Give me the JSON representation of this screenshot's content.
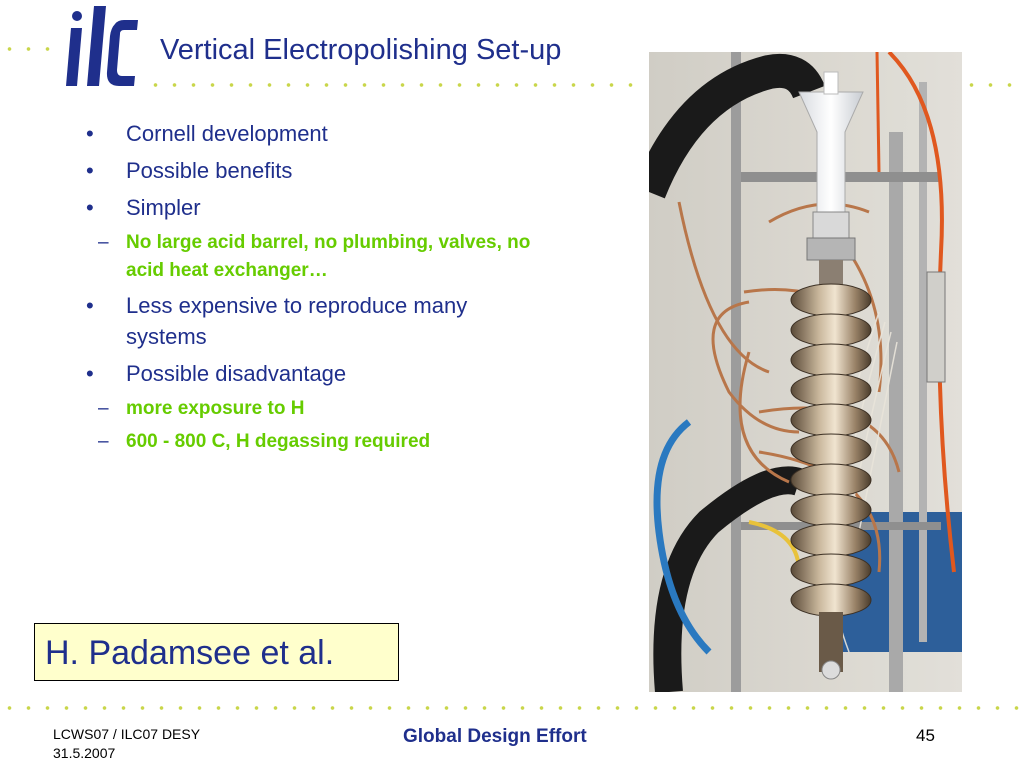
{
  "slide": {
    "title": "Vertical Electropolishing Set-up",
    "bullets": [
      {
        "level": 1,
        "marker": "•",
        "text": "Cornell development"
      },
      {
        "level": 1,
        "marker": "•",
        "text": "Possible benefits"
      },
      {
        "level": 1,
        "marker": "•",
        "text": "Simpler"
      },
      {
        "level": 2,
        "marker": "–",
        "text": "No large acid barrel, no plumbing, valves, no acid heat exchanger…"
      },
      {
        "level": 1,
        "marker": "•",
        "text": "Less expensive to reproduce many systems"
      },
      {
        "level": 1,
        "marker": "•",
        "text": "Possible disadvantage"
      },
      {
        "level": 2,
        "marker": "–",
        "text": "more exposure to H"
      },
      {
        "level": 2,
        "marker": "–",
        "text": "600 - 800 C, H degassing required"
      }
    ],
    "credit": "H. Padamsee et al."
  },
  "footer": {
    "left_line1": "LCWS07 / ILC07 DESY",
    "left_line2": "31.5.2007",
    "center": "Global Design Effort",
    "page_number": "45"
  },
  "colors": {
    "title_blue": "#1f2f8c",
    "subbullet_green": "#66cc00",
    "dot_green": "#c9d64a",
    "credit_box_bg": "#ffffcc"
  },
  "icons": {
    "logo": "ilc-logo",
    "photo": "electropolishing-cavity-photo"
  }
}
